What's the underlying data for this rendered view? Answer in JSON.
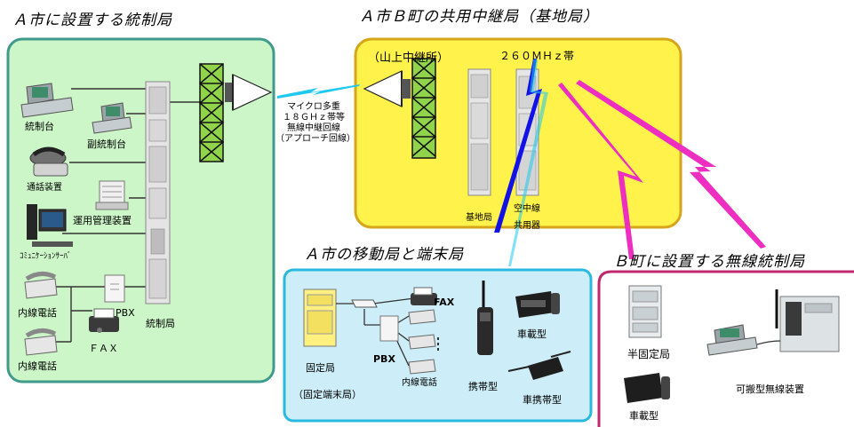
{
  "titles": {
    "control_station": "Ａ市に設置する統制局",
    "relay_station": "Ａ市Ｂ町の共用中継局（基地局）",
    "mobile_terminal": "Ａ市の移動局と端末局",
    "b_town_station": "Ｂ町に設置する無線統制局"
  },
  "control_panel": {
    "console": "統制台",
    "sub_console": "副統制台",
    "call_device": "通話装置",
    "ops_management": "運用管理装置",
    "comm_server": "ｺﾐｭﾆｹｰｼｮﾝｻｰﾊﾞ",
    "ext_phone_1": "内線電話",
    "ext_phone_2": "内線電話",
    "pbx": "PBX",
    "fax": "ＦＡＸ",
    "control_station_unit": "統制局"
  },
  "microwave_link": {
    "line1": "マイクロ多重",
    "line2": "１８ＧＨｚ帯等",
    "line3": "無線中継回線",
    "line4": "（アプローチ回線）"
  },
  "relay_panel": {
    "mountain_relay": "（山上中継所）",
    "band": "２６０ＭＨｚ帯",
    "base_station": "基地局",
    "antenna_sharer_1": "空中線",
    "antenna_sharer_2": "共用器"
  },
  "mobile_panel": {
    "fixed_station": "固定局",
    "fixed_terminal": "（固定端末局）",
    "pbx": "PBX",
    "fax": "FAX",
    "ext_phone": "内線電話",
    "handheld": "携帯型",
    "vehicle": "車載型",
    "vehicle_portable": "車携帯型"
  },
  "b_town_panel": {
    "semi_fixed": "半固定局",
    "vehicle": "車載型",
    "portable_radio": "可搬型無線装置"
  },
  "colors": {
    "green_panel": "#ccf5c8",
    "green_border": "#3f9a8c",
    "yellow_panel": "#fff24a",
    "yellow_border": "#d6a51a",
    "cyan_panel": "#cdeef8",
    "cyan_border": "#29b8e0",
    "magenta_border": "#c0286e",
    "radio_blue": "#1212e6",
    "radio_magenta": "#ee2ec0",
    "microwave_cyan": "#1ec8ef"
  }
}
